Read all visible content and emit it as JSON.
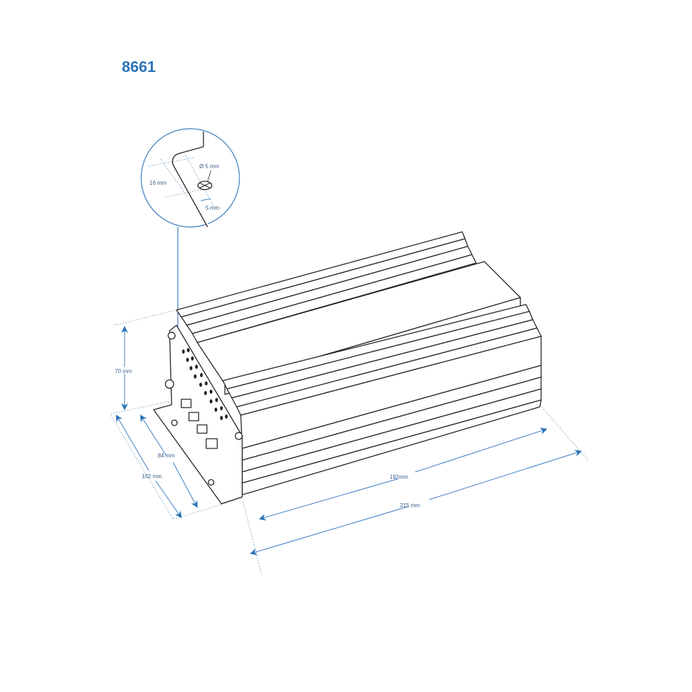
{
  "model": "8661",
  "detail": {
    "hole_diameter": "Ø 5 mm",
    "offset_vertical": "16 mm",
    "offset_edge": "5 mm"
  },
  "dimensions": {
    "height": "70 mm",
    "depth_inner": "84 mm",
    "depth_outer": "102 mm",
    "length_inner": "192mm",
    "length_outer": "215 mm"
  },
  "colors": {
    "accent": "#2a72b8",
    "outline": "#222222"
  }
}
